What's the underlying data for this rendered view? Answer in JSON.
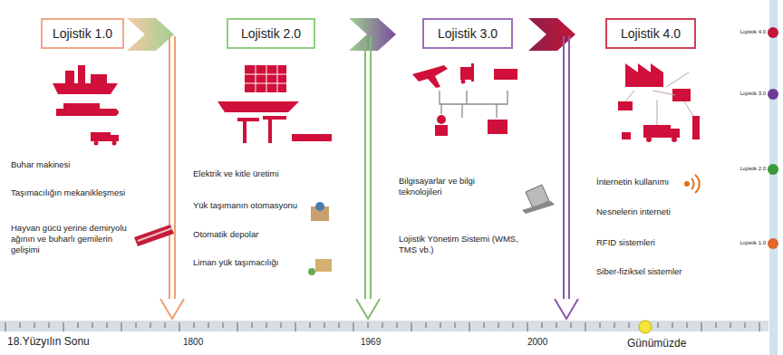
{
  "diagram": {
    "nodes": [
      {
        "text": [
          "Lojistik 1.0"
        ]
      },
      {
        "text": [
          "Lojistik 2.0"
        ]
      },
      {
        "text": [
          "Lojistik 3.0"
        ]
      },
      {
        "text": [
          "Lojistik 4.0"
        ]
      }
    ],
    "labels": [
      "Buhar makinesi",
      "Taşımacılığın mekanikleşmesi",
      "Hayvan gücü yerine demiryolu ağının ve buharlı gemilerin gelişimi",
      "Elektrik ve kitle üretimi",
      "Yük taşımanın otomasyonu",
      "Otomatik depolar",
      "Liman yük taşımacılığı",
      "Bilgisayarlar ve bilgi teknolojileri",
      "Lojistik Yönetim Sistemi (WMS, TMS vb.)",
      "İnternetin kullanımı",
      "Nesnelerin interneti",
      "RFID sistemleri",
      "Siber-fiziksel sistemler",
      "18.Yüzyılın Sonu",
      "1800",
      "1969",
      "2000",
      "Günümüzde",
      "Lojistik 4.0",
      "Lojistik 3.0",
      "Lojistik 2.0",
      "Lojistik 1.0"
    ]
  }
}
